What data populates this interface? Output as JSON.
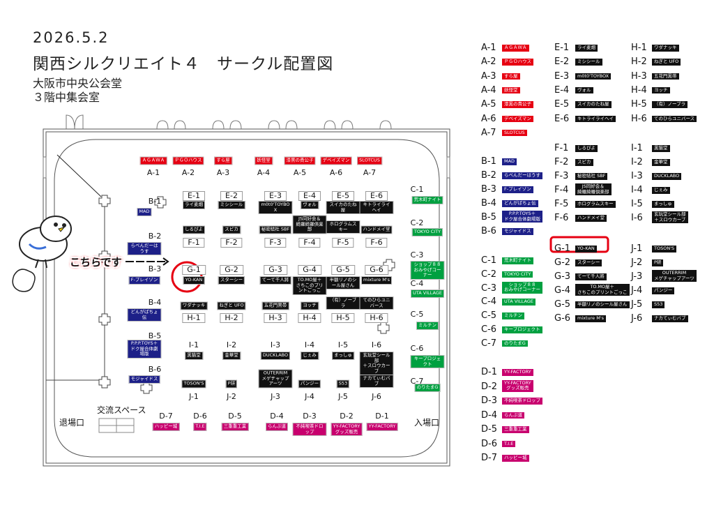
{
  "header": {
    "date": "2026.5.2",
    "title": "関西シルクリエイト４　サークル配置図",
    "venue": "大阪市中央公会堂",
    "room": "３階中集会室"
  },
  "map": {
    "exit": "退場口",
    "entrance": "入場口",
    "lounge": "交流スペース",
    "callout": "こちらです",
    "highlight": "G-1"
  },
  "groups": [
    {
      "id": "A",
      "color": "#e60012",
      "booths": [
        {
          "id": "A-1",
          "name": "ＡＧＡＷＡ"
        },
        {
          "id": "A-2",
          "name": "ＰＧＯハウス"
        },
        {
          "id": "A-3",
          "name": "すら屋"
        },
        {
          "id": "A-4",
          "name": "妖怪堂"
        },
        {
          "id": "A-5",
          "name": "漆黒の貴公子"
        },
        {
          "id": "A-6",
          "name": "デベイズマン"
        },
        {
          "id": "A-7",
          "name": "SLOTCUS"
        }
      ]
    },
    {
      "id": "B",
      "color": "#1d2088",
      "booths": [
        {
          "id": "B-1",
          "name": "MAD"
        },
        {
          "id": "B-2",
          "name": "らべんだーはうす"
        },
        {
          "id": "B-3",
          "name": "F-プレイゾン"
        },
        {
          "id": "B-4",
          "name": "どんがばちょ伝"
        },
        {
          "id": "B-5",
          "name": "P.P.P.TOYS＋\nドク屋合体劇場版"
        },
        {
          "id": "B-6",
          "name": "モジャイドス"
        }
      ]
    },
    {
      "id": "C",
      "color": "#00a040",
      "booths": [
        {
          "id": "C-1",
          "name": "荒木町ナイト"
        },
        {
          "id": "C-2",
          "name": "TOKYO CITY"
        },
        {
          "id": "C-3",
          "name": "ショップ８８\nおみやげコーナー"
        },
        {
          "id": "C-4",
          "name": "UTA VILLAGE"
        },
        {
          "id": "C-5",
          "name": "ミルチン"
        },
        {
          "id": "C-6",
          "name": "キープロジェクト"
        },
        {
          "id": "C-7",
          "name": "のりたまG"
        }
      ]
    },
    {
      "id": "D",
      "color": "#c8006e",
      "booths": [
        {
          "id": "D-1",
          "name": "YY-FACTORY"
        },
        {
          "id": "D-2",
          "name": "YY-FACTORY\nグッズ販売"
        },
        {
          "id": "D-3",
          "name": "不純喫茶ドロップ"
        },
        {
          "id": "D-4",
          "name": "らんぷ道"
        },
        {
          "id": "D-5",
          "name": "三重重工業"
        },
        {
          "id": "D-6",
          "name": "T.I.E"
        },
        {
          "id": "D-7",
          "name": "ハッピー城"
        }
      ]
    },
    {
      "id": "E",
      "color": "#111111",
      "booths": [
        {
          "id": "E-1",
          "name": "ライ麦畑"
        },
        {
          "id": "E-2",
          "name": "ミシシール"
        },
        {
          "id": "E-3",
          "name": "m0t0'TOYBOX"
        },
        {
          "id": "E-4",
          "name": "ヴォル"
        },
        {
          "id": "E-5",
          "name": "スイカのたね屋"
        },
        {
          "id": "E-6",
          "name": "キトライライヘイ"
        }
      ]
    },
    {
      "id": "F",
      "color": "#111111",
      "booths": [
        {
          "id": "F-1",
          "name": "しるぴよ"
        },
        {
          "id": "F-2",
          "name": "スピカ"
        },
        {
          "id": "F-3",
          "name": "秘密結社 SBF"
        },
        {
          "id": "F-4",
          "name": "JS同好会＆\n綺羅綺羅倶楽部"
        },
        {
          "id": "F-5",
          "name": "ホログラムスキー"
        },
        {
          "id": "F-6",
          "name": "ハンドメイ堂"
        }
      ]
    },
    {
      "id": "G",
      "color": "#111111",
      "booths": [
        {
          "id": "G-1",
          "name": "YO-KAN"
        },
        {
          "id": "G-2",
          "name": "スターシー"
        },
        {
          "id": "G-3",
          "name": "てーて千人將"
        },
        {
          "id": "G-4",
          "name": "TO.MO屋＋\nさちこのプリントごっこ"
        },
        {
          "id": "G-5",
          "name": "半額リノのシール屋さん"
        },
        {
          "id": "G-6",
          "name": "mixture M's"
        }
      ]
    },
    {
      "id": "H",
      "color": "#111111",
      "booths": [
        {
          "id": "H-1",
          "name": "ワダナッキ"
        },
        {
          "id": "H-2",
          "name": "ねぎと UFO"
        },
        {
          "id": "H-3",
          "name": "五花門黒帯"
        },
        {
          "id": "H-4",
          "name": "ヨッチ"
        },
        {
          "id": "H-5",
          "name": "（有）ノーブラ"
        },
        {
          "id": "H-6",
          "name": "てのひらユニバース"
        }
      ]
    },
    {
      "id": "I",
      "color": "#111111",
      "booths": [
        {
          "id": "I-1",
          "name": "黒猫堂"
        },
        {
          "id": "I-2",
          "name": "金華堂"
        },
        {
          "id": "I-3",
          "name": "DUCKLABO"
        },
        {
          "id": "I-4",
          "name": "じぇみ"
        },
        {
          "id": "I-5",
          "name": "まっしゅ"
        },
        {
          "id": "I-6",
          "name": "玄玩堂シール部\n＋スロウカーブ"
        }
      ]
    },
    {
      "id": "J",
      "color": "#111111",
      "booths": [
        {
          "id": "J-1",
          "name": "TOSON'S"
        },
        {
          "id": "J-2",
          "name": "P研"
        },
        {
          "id": "J-3",
          "name": "OUTERRIM\nメゲチャップアーツ"
        },
        {
          "id": "J-4",
          "name": "パンジー"
        },
        {
          "id": "J-5",
          "name": "S53"
        },
        {
          "id": "J-6",
          "name": "ナカてぃむバブ"
        }
      ]
    }
  ]
}
